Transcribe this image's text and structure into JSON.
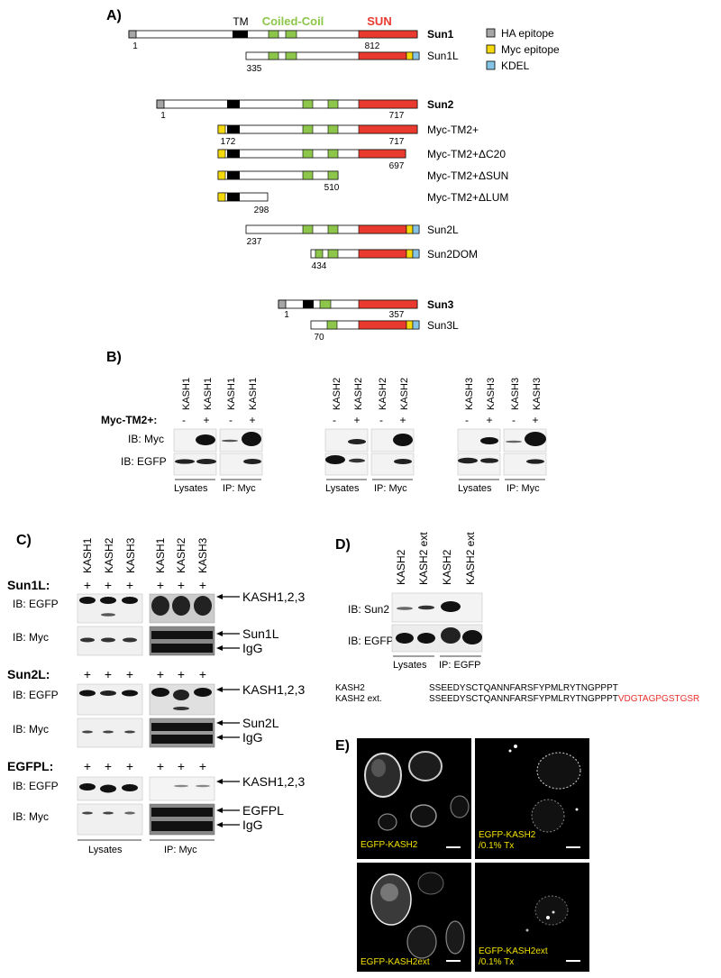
{
  "panels": {
    "A": "A)",
    "B": "B)",
    "C": "C)",
    "D": "D)",
    "E": "E)"
  },
  "colors": {
    "ha": "#a6a6a6",
    "myc": "#f5d90a",
    "kdel": "#86c4e6",
    "tm": "#000000",
    "coiled": "#8dc64a",
    "sun": "#e83a2f",
    "red_text": "#e8312a",
    "yellow_text": "#f2e100"
  },
  "panel_a": {
    "header_tm": "TM",
    "header_coiled": "Coiled-Coil",
    "header_sun": "SUN",
    "legend": [
      {
        "label": "HA epitope",
        "color": "#a6a6a6"
      },
      {
        "label": "Myc epitope",
        "color": "#f5d90a"
      },
      {
        "label": "KDEL",
        "color": "#86c4e6"
      }
    ],
    "constructs": [
      {
        "name": "Sun1",
        "bold": true,
        "left": "1",
        "right": "812"
      },
      {
        "name": "Sun1L",
        "bold": false,
        "left": "335",
        "right": ""
      },
      {
        "name": "Sun2",
        "bold": true,
        "left": "1",
        "right": "717"
      },
      {
        "name": "Myc-TM2+",
        "bold": false,
        "left": "172",
        "right": "717"
      },
      {
        "name": "Myc-TM2+ΔC20",
        "bold": false,
        "left": "",
        "right": "697"
      },
      {
        "name": "Myc-TM2+ΔSUN",
        "bold": false,
        "left": "",
        "right": "510"
      },
      {
        "name": "Myc-TM2+ΔLUM",
        "bold": false,
        "left": "",
        "right": "298"
      },
      {
        "name": "Sun2L",
        "bold": false,
        "left": "237",
        "right": ""
      },
      {
        "name": "Sun2DOM",
        "bold": false,
        "left": "434",
        "right": ""
      },
      {
        "name": "Sun3",
        "bold": true,
        "left": "1",
        "right": "357"
      },
      {
        "name": "Sun3L",
        "bold": false,
        "left": "70",
        "right": ""
      }
    ]
  },
  "panel_b": {
    "row_label": "Myc-TM2+:",
    "ib_myc": "IB: Myc",
    "ib_egfp": "IB: EGFP",
    "minus": "-",
    "plus": "+",
    "lysates": "Lysates",
    "ip": "IP: Myc",
    "groups": [
      {
        "lane": "KASH1"
      },
      {
        "lane": "KASH2"
      },
      {
        "lane": "KASH3"
      }
    ]
  },
  "panel_c": {
    "lanes": [
      "KASH1",
      "KASH2",
      "KASH3"
    ],
    "plus": "+",
    "ib_egfp": "IB: EGFP",
    "ib_myc": "IB: Myc",
    "lysates": "Lysates",
    "ip": "IP: Myc",
    "igg": "IgG",
    "kash": "KASH1,2,3",
    "blocks": [
      {
        "label": "Sun1L:",
        "band": "Sun1L"
      },
      {
        "label": "Sun2L:",
        "band": "Sun2L"
      },
      {
        "label": "EGFPL:",
        "band": "EGFPL"
      }
    ]
  },
  "panel_d": {
    "lanes": [
      "KASH2",
      "KASH2 ext",
      "KASH2",
      "KASH2 ext"
    ],
    "ib_sun2": "IB: Sun2",
    "ib_egfp": "IB: EGFP",
    "lysates": "Lysates",
    "ip": "IP: EGFP",
    "seq_name1": "KASH2",
    "seq1": "SSEEDYSCTQANNFARSFYPMLRYTNGPPPT",
    "seq_name2": "KASH2 ext.",
    "seq2": "SSEEDYSCTQANNFARSFYPMLRYTNGPPPT",
    "seq2_ext": "VDGTAGPGSTGSR"
  },
  "panel_e": {
    "tiles": [
      {
        "label": "EGFP-KASH2",
        "sub": ""
      },
      {
        "label": "EGFP-KASH2",
        "sub": "/0.1% Tx"
      },
      {
        "label": "EGFP-KASH2ext",
        "sub": ""
      },
      {
        "label": "EGFP-KASH2ext",
        "sub": "/0.1% Tx"
      }
    ]
  }
}
